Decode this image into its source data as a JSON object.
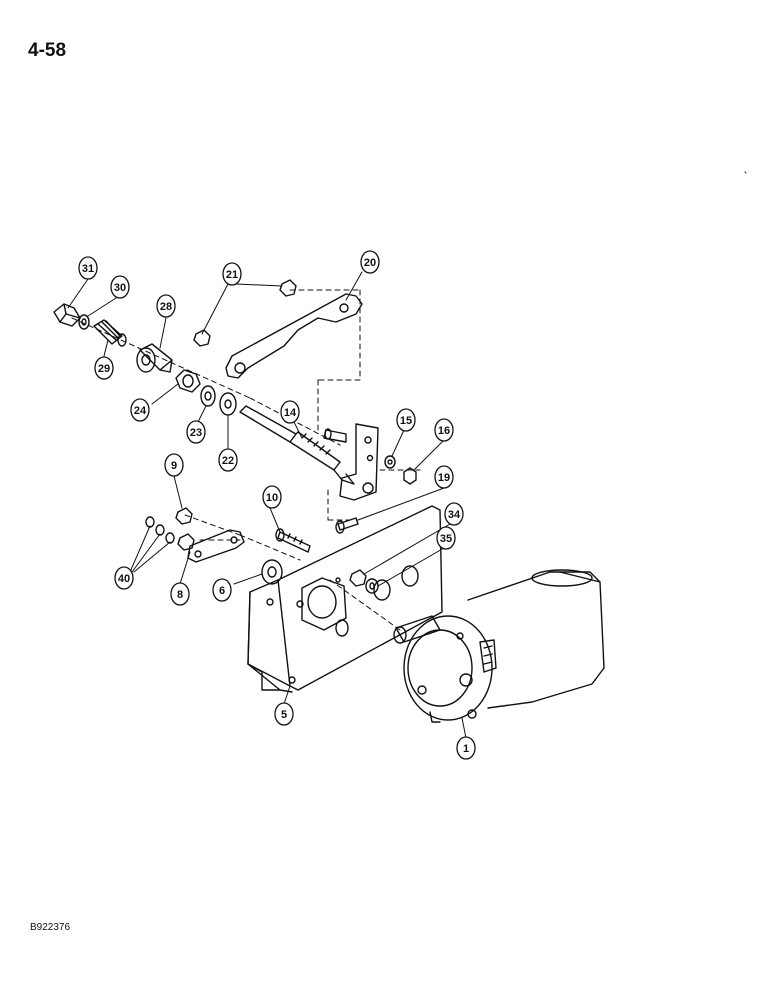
{
  "page_number": "4-58",
  "figure_code": "B922376",
  "callouts": [
    "31",
    "30",
    "28",
    "21",
    "20",
    "29",
    "24",
    "23",
    "22",
    "14",
    "15",
    "16",
    "9",
    "10",
    "19",
    "34",
    "35",
    "40",
    "8",
    "6",
    "5",
    "1"
  ]
}
